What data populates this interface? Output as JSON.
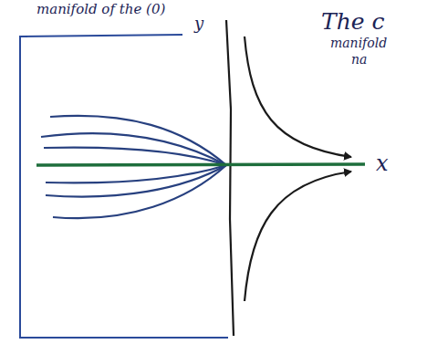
{
  "diagram": {
    "labels": [
      "manifold of the (0)",
      "y",
      "The c",
      "manifold",
      "na",
      "x"
    ]
  }
}
